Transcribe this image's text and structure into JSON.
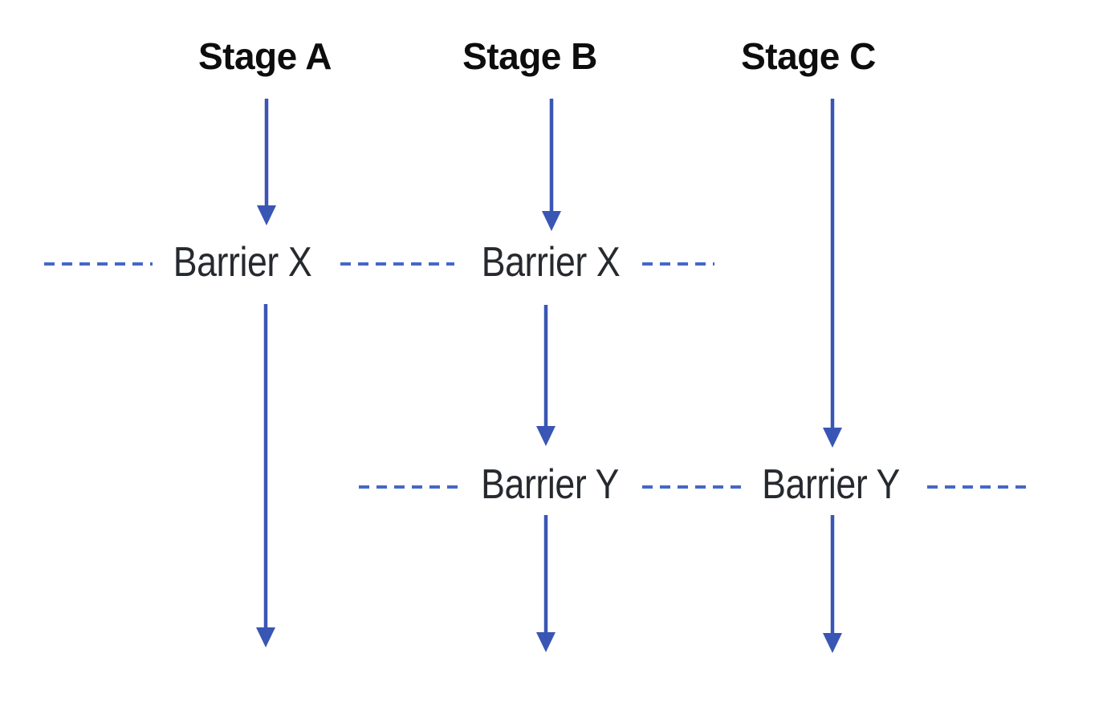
{
  "diagram": {
    "colors": {
      "arrow": "#3a56b4",
      "dash": "#4667c6",
      "header_text": "#0d0d0d",
      "barrier_text": "#26292e",
      "background": "#ffffff"
    },
    "stages": [
      {
        "label": "Stage A"
      },
      {
        "label": "Stage B"
      },
      {
        "label": "Stage C"
      }
    ],
    "barrier_labels": [
      {
        "label": "Barrier X"
      },
      {
        "label": "Barrier X"
      },
      {
        "label": "Barrier Y"
      },
      {
        "label": "Barrier Y"
      }
    ],
    "columns": [
      {
        "stage": "Stage A",
        "barriers_crossed": [
          "Barrier X"
        ]
      },
      {
        "stage": "Stage B",
        "barriers_crossed": [
          "Barrier X",
          "Barrier Y"
        ]
      },
      {
        "stage": "Stage C",
        "barriers_crossed": [
          "Barrier Y"
        ]
      }
    ]
  }
}
